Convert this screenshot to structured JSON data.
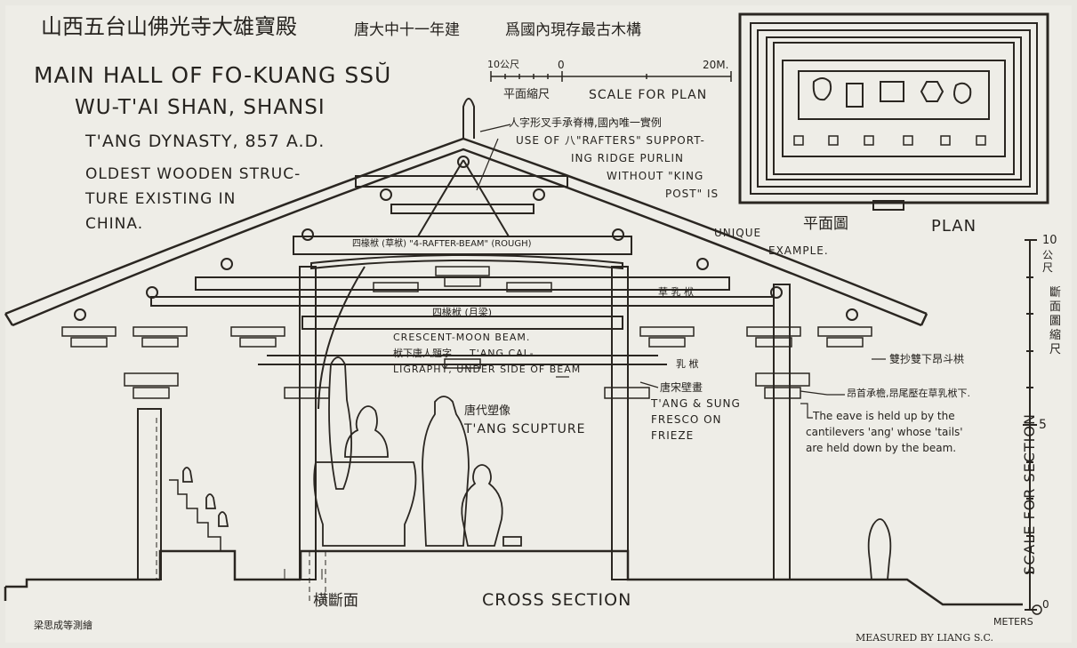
{
  "header": {
    "cjk_title": "山西五台山佛光寺大雄寶殿",
    "cjk_date": "唐大中十一年建",
    "cjk_note": "爲國內現存最古木構"
  },
  "title_block": {
    "line1": "MAIN HALL OF FO-KUANG SSŬ",
    "line2": "WU-T'AI SHAN, SHANSI",
    "line3": "T'ANG DYNASTY, 857 A.D.",
    "line4": "OLDEST WOODEN STRUC-",
    "line5": "TURE EXISTING IN",
    "line6": "CHINA."
  },
  "plan_scale": {
    "left_label": "10公尺",
    "zero": "0",
    "right_label": "20M.",
    "cjk": "平面縮尺",
    "label": "SCALE FOR PLAN"
  },
  "plan": {
    "cjk": "平面圖",
    "label": "PLAN"
  },
  "annotations": {
    "ridge_cjk": "人字形叉手承脊槫,國內唯一實例",
    "ridge_1": "USE OF 八\"RAFTERS\" SUPPORT-",
    "ridge_2": "ING RIDGE PURLIN",
    "ridge_3": "WITHOUT \"KING",
    "ridge_4": "POST\" IS",
    "ridge_5": "UNIQUE",
    "ridge_6": "EXAMPLE.",
    "beam4": "四椽栿 (草栿) \"4-RAFTER-BEAM\" (ROUGH)",
    "caoru": "草 乳 栿",
    "beam4b": "四椽栿 (月梁)",
    "crescent_1": "CRESCENT-MOON BEAM.",
    "crescent_2_cjk": "栿下唐人題字",
    "crescent_2": "T'ANG CAL-",
    "crescent_3": "LIGRAPHY, UNDER SIDE OF BEAM",
    "ru": "乳 栿",
    "bracket_cjk": "雙抄雙下昂斗栱",
    "fresco_cjk": "唐宋壁畫",
    "fresco_1": "T'ANG & SUNG",
    "fresco_2": "FRESCO ON",
    "fresco_3": "FRIEZE",
    "sculpt_cjk": "唐代塑像",
    "sculpt": "T'ANG SCUPTURE",
    "eave_cjk": "昂首承檐,昂尾壓在草乳栿下.",
    "eave_1": "The eave is held up by the",
    "eave_2": "cantilevers 'ang' whose 'tails'",
    "eave_3": "are held down by the beam."
  },
  "section_scale": {
    "top": "10",
    "top_unit": "公尺",
    "cjk": "斷面圖縮尺",
    "mid": "5",
    "label": "SCALE FOR SECTION",
    "bottom": "0",
    "unit": "METERS"
  },
  "bottom": {
    "cjk_section": "橫斷面",
    "cross_section": "CROSS SECTION",
    "cjk_author": "梁思成等測繪",
    "measured": "MEASURED BY LIANG S.C."
  }
}
